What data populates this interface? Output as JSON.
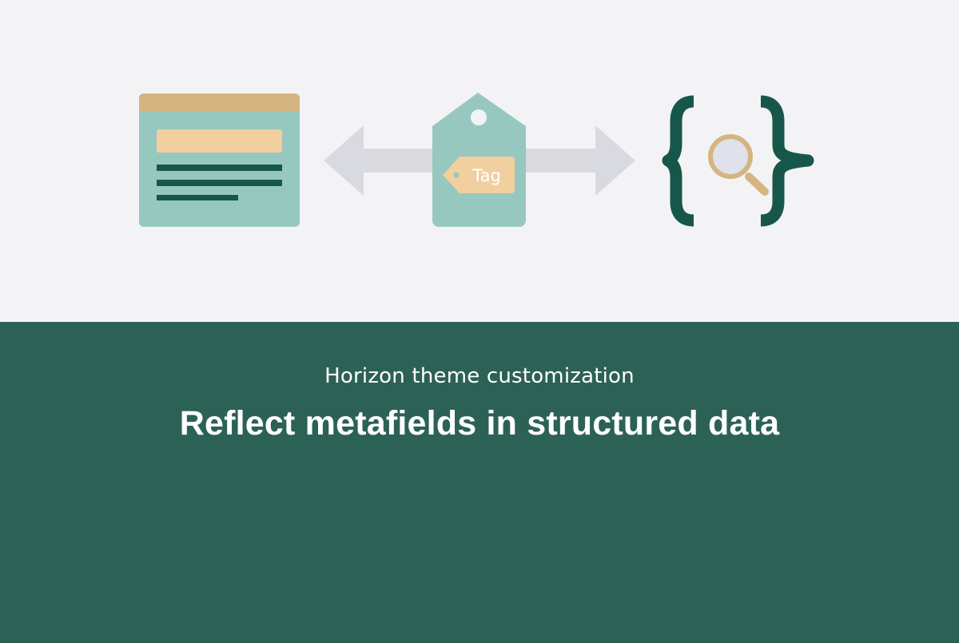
{
  "hero": {
    "subtitle": "Horizon theme customization",
    "title": "Reflect metafields in structured data"
  },
  "illustration": {
    "tag_label": "Tag",
    "icons": [
      "web-page-icon",
      "double-arrow-icon",
      "tag-icon",
      "curly-braces-icon",
      "magnifier-icon"
    ]
  },
  "colors": {
    "background_top": "#f3f3f6",
    "background_bottom": "#2c6156",
    "accent_teal": "#96c8c0",
    "accent_sand": "#d6b482",
    "accent_peach": "#f1cf9f",
    "dark_green": "#17574a",
    "arrow_gray": "#d8dae0"
  }
}
